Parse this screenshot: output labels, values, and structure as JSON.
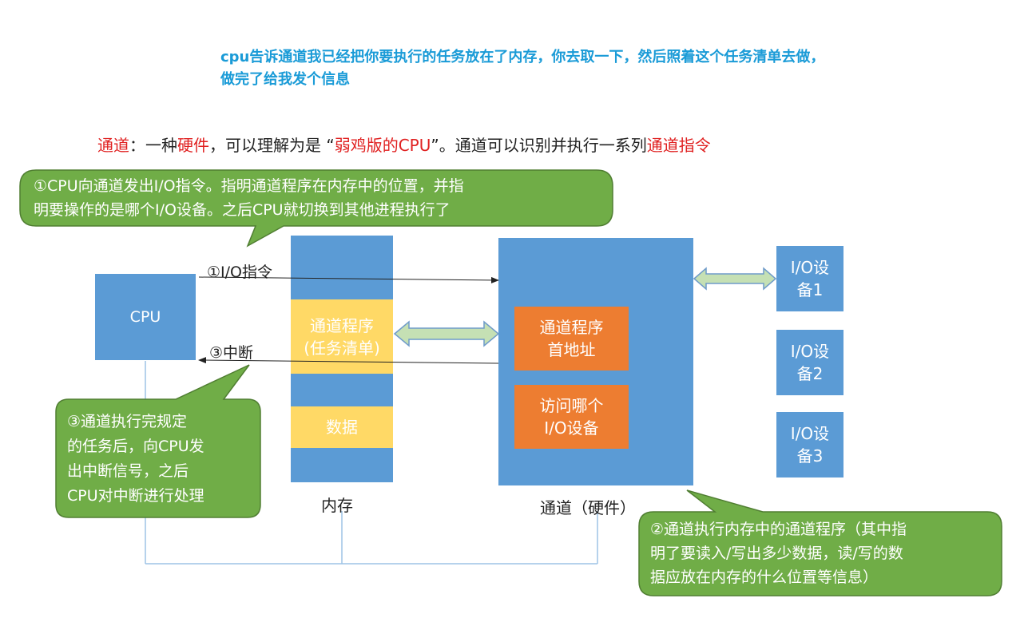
{
  "top_note": {
    "line1": "cpu告诉通道我已经把你要执行的任务放在了内存，你去取一下，然后照着这个任务清单去做，",
    "line2": "做完了给我发个信息"
  },
  "definition": {
    "part1": "通道",
    "part2": "：一种",
    "part3": "硬件",
    "part4": "，可以理解为是 “",
    "part5": "弱鸡版的CPU",
    "part6": "”。通道可以识别并执行一系列",
    "part7": "通道指令"
  },
  "callouts": {
    "step1": {
      "line1": "①CPU向通道发出I/O指令。指明通道程序在内存中的位置，并指",
      "line2": "明要操作的是哪个I/O设备。之后CPU就切换到其他进程执行了"
    },
    "step3": {
      "line1": "③通道执行完规定",
      "line2": "的任务后，向CPU发",
      "line3": "出中断信号，之后",
      "line4": "CPU对中断进行处理"
    },
    "step2": {
      "line1": "②通道执行内存中的通道程序（其中指",
      "line2": "明了要读入/写出多少数据，读/写的数",
      "line3": "据应放在内存的什么位置等信息）"
    }
  },
  "cpu": {
    "label": "CPU"
  },
  "arrows": {
    "io_instruction": "①I/O指令",
    "interrupt": "③中断"
  },
  "memory": {
    "channel_program": {
      "line1": "通道程序",
      "line2": "(任务清单)"
    },
    "data": "数据",
    "caption": "内存"
  },
  "channel": {
    "start_address": {
      "line1": "通道程序",
      "line2": "首地址"
    },
    "which_device": {
      "line1": "访问哪个",
      "line2": "I/O设备"
    },
    "caption": "通道（硬件）"
  },
  "devices": [
    {
      "line1": "I/O设",
      "line2": "备1"
    },
    {
      "line1": "I/O设",
      "line2": "备2"
    },
    {
      "line1": "I/O设",
      "line2": "备3"
    }
  ],
  "colors": {
    "blue_box": "#5b9bd5",
    "orange_box": "#ed7d31",
    "yellow_box": "#ffd966",
    "green_callout": "#70ad47",
    "accent_text": "#1a9bd7",
    "red_text": "#e02020",
    "double_arrow_fill": "#c5e0b4",
    "bus_line": "#9dc3e6"
  }
}
